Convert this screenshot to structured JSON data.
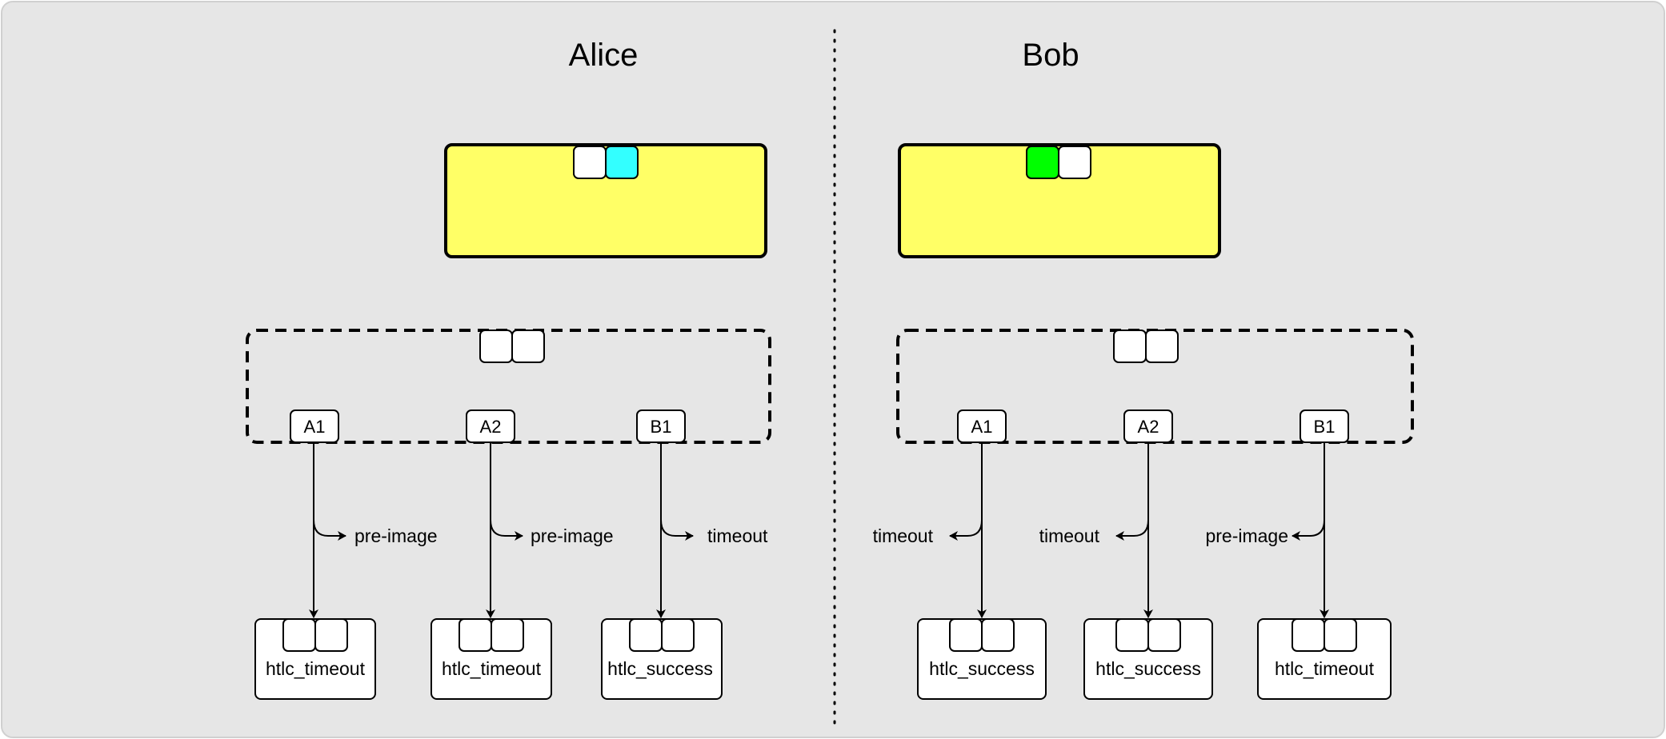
{
  "colors": {
    "background": "#e6e6e6",
    "commitment_fill": "#ffff66",
    "alice_key": "#33ffff",
    "bob_key": "#00ff00",
    "box_fill": "#ffffff",
    "stroke": "#000000"
  },
  "alice": {
    "title": "Alice",
    "outputs": [
      {
        "label": "A1",
        "condition": "pre-image",
        "tx": "htlc_timeout"
      },
      {
        "label": "A2",
        "condition": "pre-image",
        "tx": "htlc_timeout"
      },
      {
        "label": "B1",
        "condition": "timeout",
        "tx": "htlc_success"
      }
    ]
  },
  "bob": {
    "title": "Bob",
    "outputs": [
      {
        "label": "A1",
        "condition": "timeout",
        "tx": "htlc_success"
      },
      {
        "label": "A2",
        "condition": "timeout",
        "tx": "htlc_success"
      },
      {
        "label": "B1",
        "condition": "pre-image",
        "tx": "htlc_timeout"
      }
    ]
  }
}
